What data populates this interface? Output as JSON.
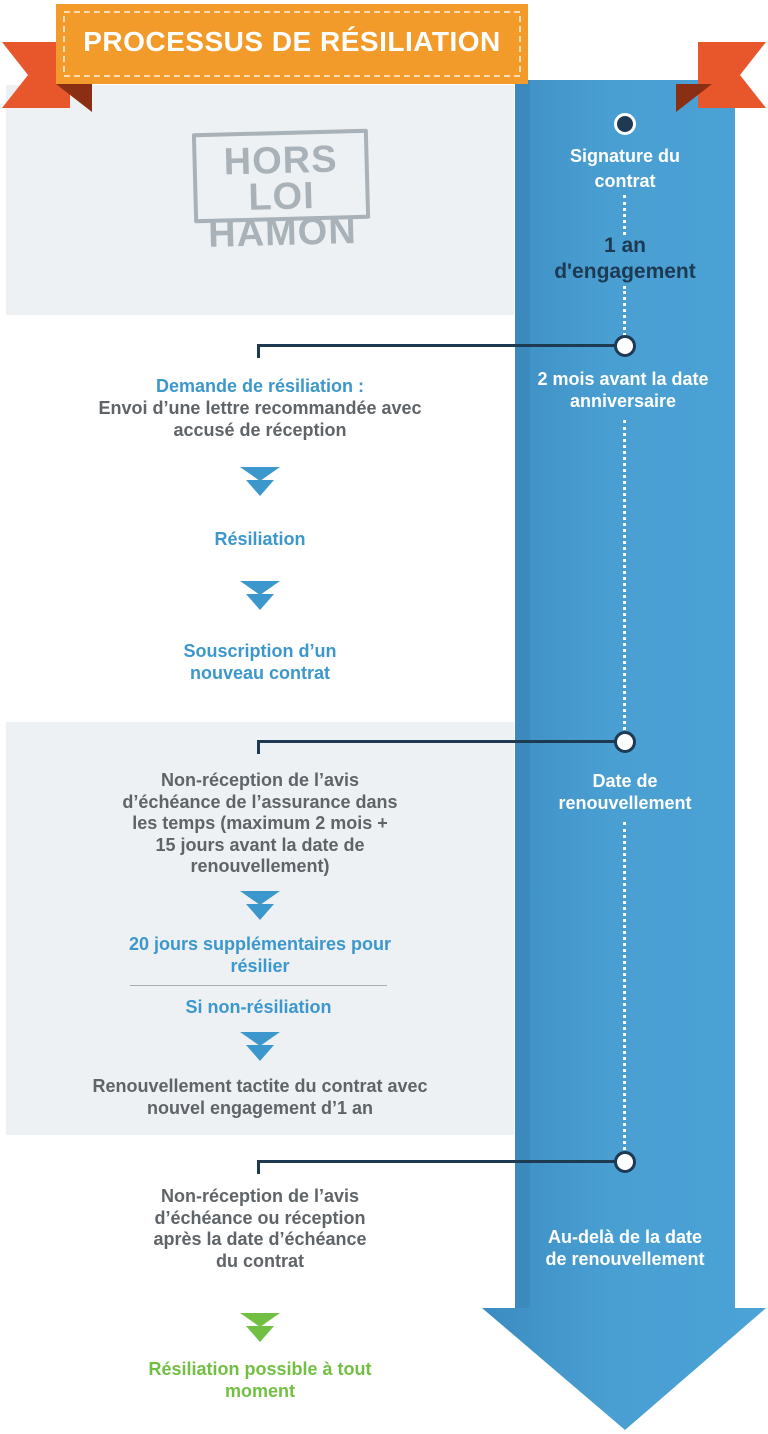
{
  "banner": {
    "title": "PROCESSUS DE RÉSILIATION"
  },
  "stamp": {
    "line1": "HORS LOI",
    "line2": "HAMON"
  },
  "timeline": {
    "signature": "Signature du contrat",
    "engagement": "1 an d'engagement",
    "deux_mois": "2 mois avant la date anniversaire",
    "renouvellement": "Date de renouvellement",
    "au_dela": "Au-delà de la date de renouvellement"
  },
  "section1": {
    "demande_title": "Demande de résiliation :",
    "demande_text": "Envoi d’une lettre recommandée avec accusé de réception",
    "resiliation": "Résiliation",
    "souscription": "Souscription d’un nouveau contrat"
  },
  "section2": {
    "non_reception": "Non-réception de l’avis d’échéance de l’assurance dans les temps (maximum 2 mois + 15 jours avant la date de renouvellement)",
    "vingt_jours": "20 jours supplémentaires pour résilier",
    "si_non": "Si non-résiliation",
    "renouvellement_tacite": "Renouvellement tactite du contrat avec nouvel engagement d’1 an"
  },
  "section3": {
    "non_reception_avis": "Non-réception de l’avis d’échéance ou réception après la date d’échéance du contrat",
    "resiliation_possible": "Résiliation possible à tout moment"
  },
  "colors": {
    "arrow_blue": "#4a9fd2",
    "banner_orange": "#f29b2a",
    "ribbon_red": "#e8572c",
    "text_blue": "#3c97cc",
    "text_green": "#72c043",
    "dark_navy": "#1d3a52"
  }
}
